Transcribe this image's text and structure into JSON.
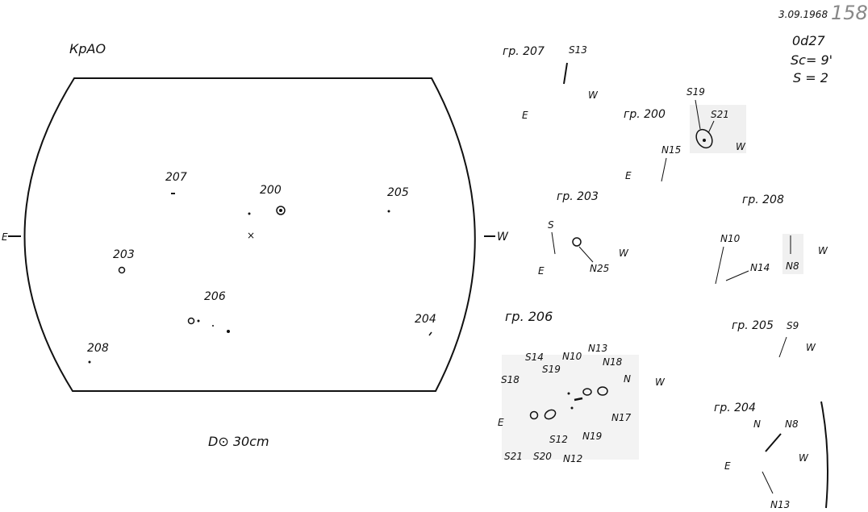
{
  "header": {
    "observatory": "КрАО",
    "date": "3.09.1968",
    "sheet_number": "158",
    "time": "0d27",
    "seeing": "Sc= 9'",
    "quality": "S = 2",
    "diameter": "D⊙ 30cm"
  },
  "disk": {
    "east": "E",
    "west": "W",
    "groups": [
      "207",
      "200",
      "205",
      "203",
      "206",
      "204",
      "208"
    ]
  },
  "details": [
    {
      "title": "гр. 207",
      "labels": [
        "S13",
        "W",
        "E"
      ]
    },
    {
      "title": "гр. 200",
      "labels": [
        "S19",
        "S21",
        "N15",
        "W",
        "E"
      ]
    },
    {
      "title": "гр. 203",
      "labels": [
        "S",
        "N25",
        "W",
        "E"
      ]
    },
    {
      "title": "гр. 208",
      "labels": [
        "N10",
        "N14",
        "N8",
        "W"
      ]
    },
    {
      "title": "гр. 206",
      "labels": [
        "S14",
        "S19",
        "N10",
        "N13",
        "N18",
        "N",
        "S18",
        "N17",
        "N19",
        "S12",
        "S21",
        "S20",
        "N12",
        "W",
        "E"
      ]
    },
    {
      "title": "гр. 205",
      "labels": [
        "S9",
        "W"
      ]
    },
    {
      "title": "гр. 204",
      "labels": [
        "N",
        "N8",
        "W",
        "E",
        "N13"
      ]
    }
  ]
}
